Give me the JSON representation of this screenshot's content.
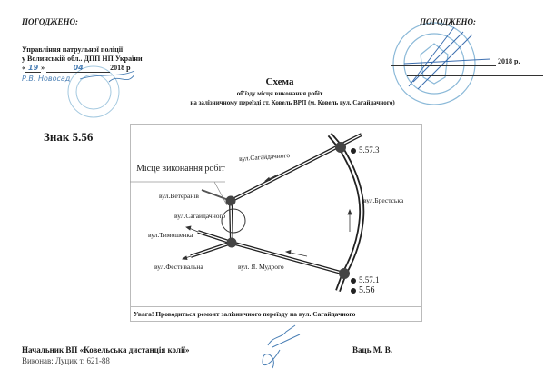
{
  "approval_left": {
    "heading": "ПОГОДЖЕНО:",
    "org_line1": "Управління патрульної поліції",
    "org_line2": "у Волинській обл.. ДПП НП України",
    "date_day": "19",
    "date_month": "04",
    "date_year": "2018 р",
    "signature": "Р.В. Новосад"
  },
  "approval_right": {
    "heading": "ПОГОДЖЕНО:",
    "date_year": "2018 р."
  },
  "title": {
    "main": "Схема",
    "line1": "об'їзду місця виконання робіт",
    "line2": "на залізничному переїзді ст. Ковель ВРП (м. Ковель вул. Сагайдачного)"
  },
  "sign_label": "Знак 5.56",
  "scheme": {
    "work_site_label": "Місце виконання робіт",
    "streets": {
      "sahaidachnoho_top": "вул.Сагайдачного",
      "veteraniv": "вул.Ветеранів",
      "sahaidachnoho_left": "вул.Сагайдачного",
      "tymoshenka": "вул.Тимошенка",
      "festyvalna": "вул.Фестивальна",
      "ya_mudroho": "вул. Я. Мудрого",
      "brestska": "вул.Брестська"
    },
    "signs": [
      "5.57.3",
      "5.57.1",
      "5.56"
    ],
    "notice": "Увага! Проводиться ремонт залізничного переїзду на вул. Сагайдачного"
  },
  "footer": {
    "position": "Начальник ВП «Ковельська дистанція колії»",
    "name": "Ваць М. В.",
    "executor": "Виконав: Луцик т. 621-88"
  },
  "colors": {
    "ink": "#1a1a1a",
    "stamp": "#6fa8cf"
  }
}
